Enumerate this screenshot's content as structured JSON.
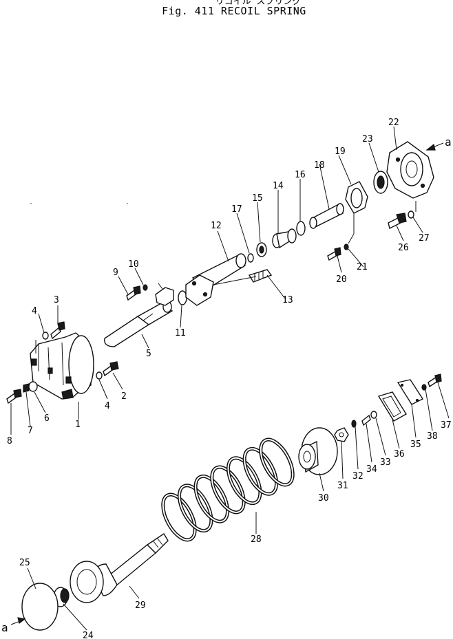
{
  "header": {
    "subtitle_jp": "リコイル スプリング",
    "title": "Fig. 411    RECOIL SPRING"
  },
  "refs": {
    "a_top": "a",
    "a_bottom": "a"
  },
  "callouts": [
    {
      "id": "1",
      "text": "1"
    },
    {
      "id": "2",
      "text": "2"
    },
    {
      "id": "3",
      "text": "3"
    },
    {
      "id": "4a",
      "text": "4"
    },
    {
      "id": "4b",
      "text": "4"
    },
    {
      "id": "5",
      "text": "5"
    },
    {
      "id": "6",
      "text": "6"
    },
    {
      "id": "7",
      "text": "7"
    },
    {
      "id": "8",
      "text": "8"
    },
    {
      "id": "9",
      "text": "9"
    },
    {
      "id": "10",
      "text": "10"
    },
    {
      "id": "11",
      "text": "11"
    },
    {
      "id": "12",
      "text": "12"
    },
    {
      "id": "13",
      "text": "13"
    },
    {
      "id": "14",
      "text": "14"
    },
    {
      "id": "15",
      "text": "15"
    },
    {
      "id": "16",
      "text": "16"
    },
    {
      "id": "17",
      "text": "17"
    },
    {
      "id": "18",
      "text": "18"
    },
    {
      "id": "19",
      "text": "19"
    },
    {
      "id": "20",
      "text": "20"
    },
    {
      "id": "21",
      "text": "21"
    },
    {
      "id": "22",
      "text": "22"
    },
    {
      "id": "23",
      "text": "23"
    },
    {
      "id": "24",
      "text": "24"
    },
    {
      "id": "25",
      "text": "25"
    },
    {
      "id": "26",
      "text": "26"
    },
    {
      "id": "27",
      "text": "27"
    },
    {
      "id": "28",
      "text": "28"
    },
    {
      "id": "29",
      "text": "29"
    },
    {
      "id": "30",
      "text": "30"
    },
    {
      "id": "31",
      "text": "31"
    },
    {
      "id": "32",
      "text": "32"
    },
    {
      "id": "33",
      "text": "33"
    },
    {
      "id": "34",
      "text": "34"
    },
    {
      "id": "35",
      "text": "35"
    },
    {
      "id": "36",
      "text": "36"
    },
    {
      "id": "37",
      "text": "37"
    },
    {
      "id": "38",
      "text": "38"
    }
  ]
}
